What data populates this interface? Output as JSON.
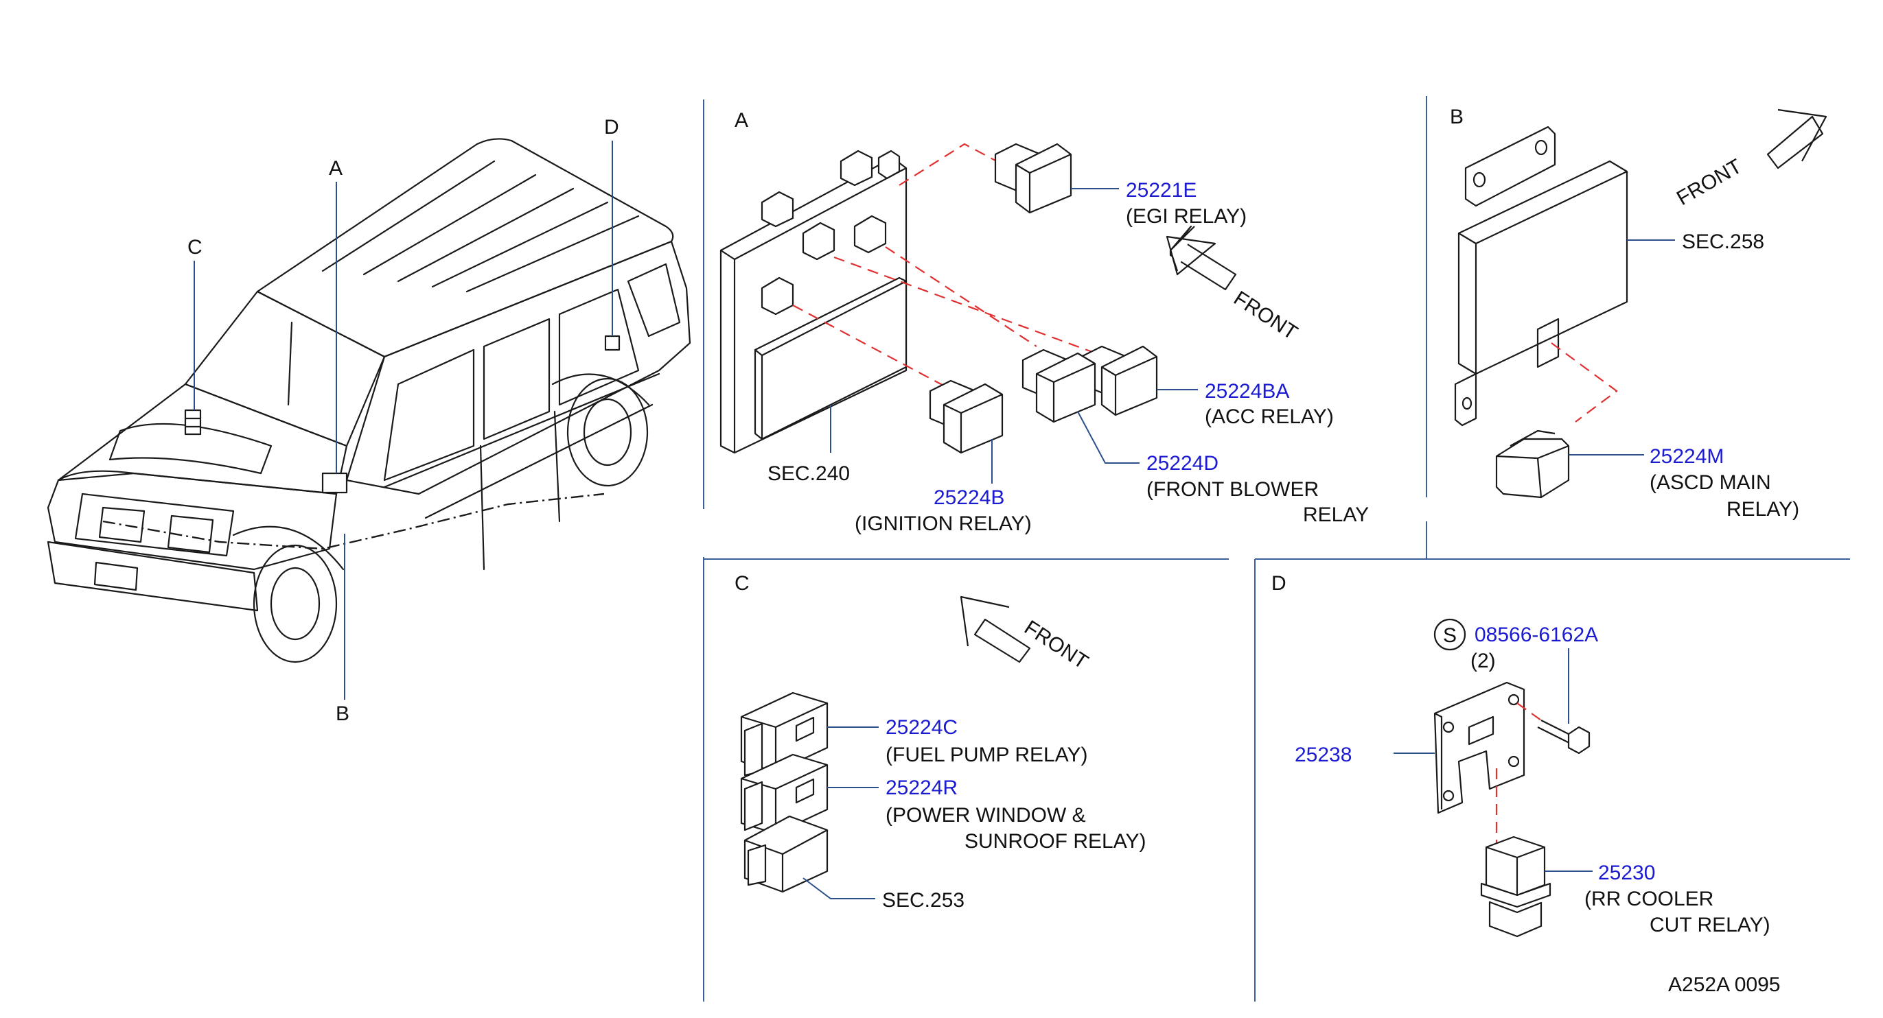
{
  "vehicle": {
    "callouts": [
      "A",
      "B",
      "C",
      "D"
    ]
  },
  "panel_a": {
    "letter": "A",
    "front_label": "FRONT",
    "sec": "SEC.240",
    "parts": [
      {
        "number": "25221E",
        "desc": [
          "(EGI  RELAY)"
        ]
      },
      {
        "number": "25224BA",
        "desc": [
          "(ACC  RELAY)"
        ]
      },
      {
        "number": "25224D",
        "desc": [
          "(FRONT  BLOWER",
          "RELAY"
        ]
      },
      {
        "number": "25224B",
        "desc": [
          "(IGNITION  RELAY)"
        ]
      }
    ]
  },
  "panel_b": {
    "letter": "B",
    "front_label": "FRONT",
    "sec": "SEC.258",
    "parts": [
      {
        "number": "25224M",
        "desc": [
          "(ASCD  MAIN",
          "RELAY)"
        ]
      }
    ]
  },
  "panel_c": {
    "letter": "C",
    "front_label": "FRONT",
    "sec": "SEC.253",
    "parts": [
      {
        "number": "25224C",
        "desc": [
          "(FUEL  PUMP  RELAY)"
        ]
      },
      {
        "number": "25224R",
        "desc": [
          "(POWER  WINDOW  &",
          "SUNROOF  RELAY)"
        ]
      }
    ]
  },
  "panel_d": {
    "letter": "D",
    "screw_symbol": "S",
    "screw_number": "08566-6162A",
    "screw_qty": "(2)",
    "bracket_number": "25238",
    "parts": [
      {
        "number": "25230",
        "desc": [
          "(RR  COOLER",
          "CUT  RELAY)"
        ]
      }
    ]
  },
  "figure_code": "A252A  0095"
}
